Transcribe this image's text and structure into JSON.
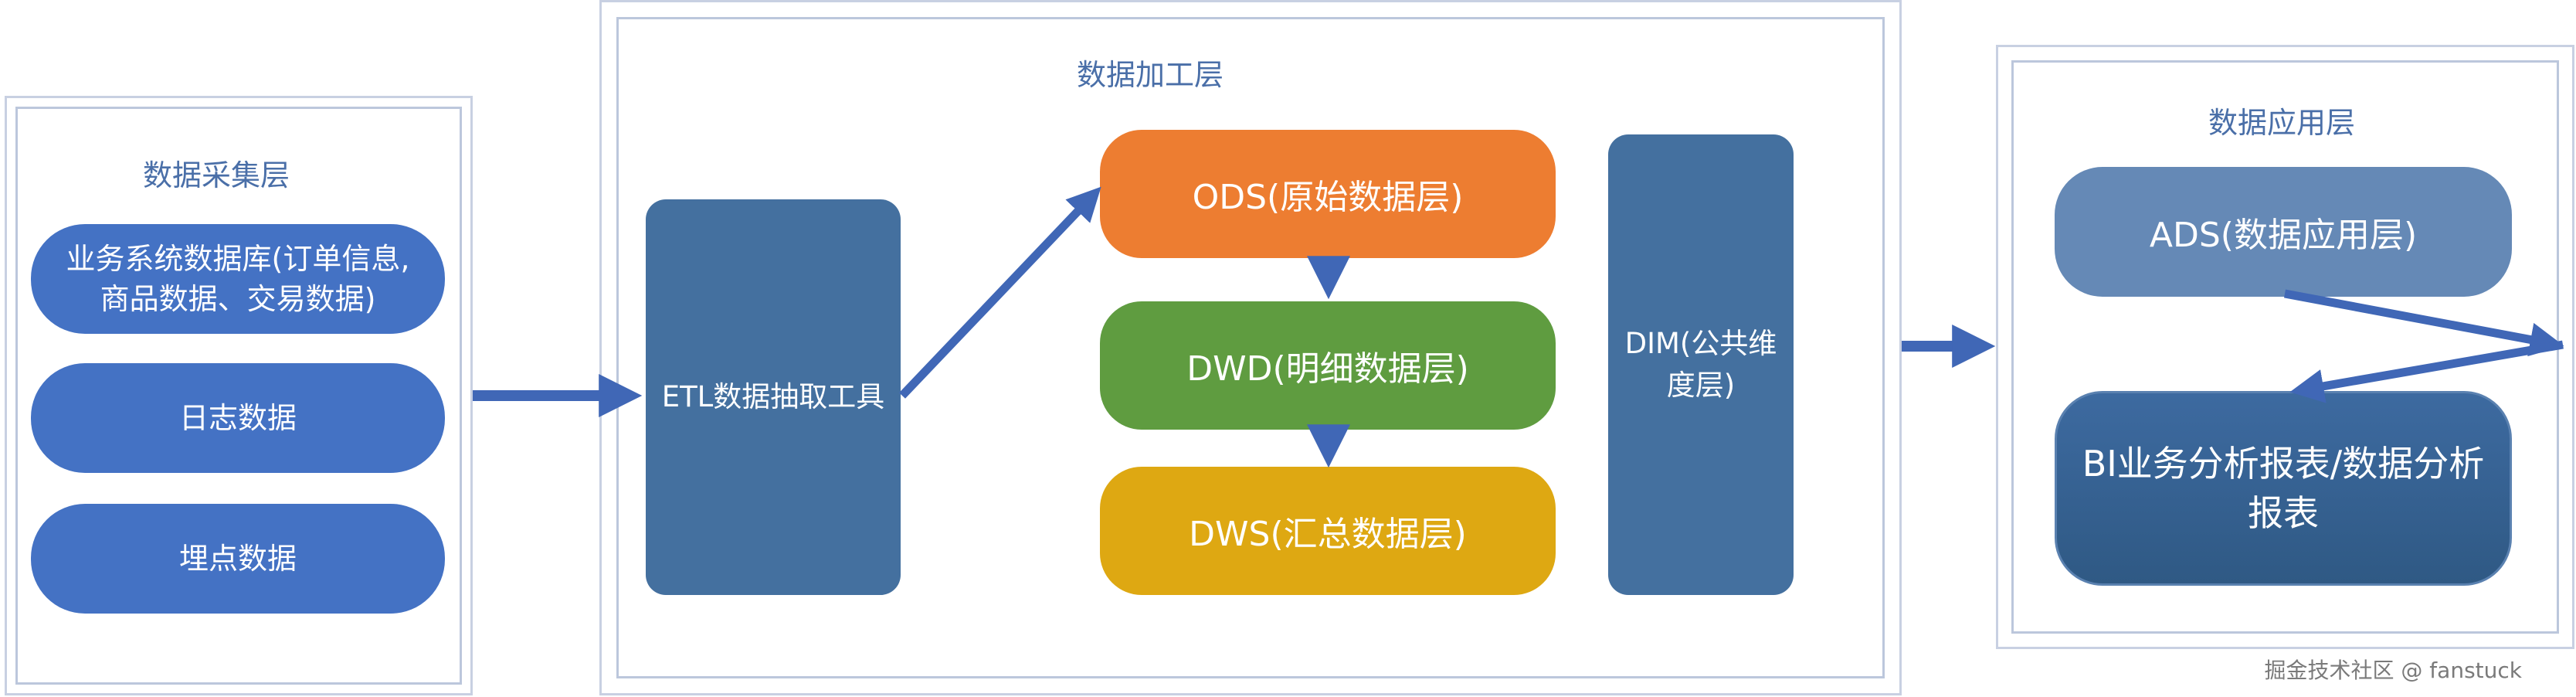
{
  "collection_layer": {
    "title": "数据采集层",
    "sources": [
      {
        "label": "业务系统数据库(订单信息,\n商品数据、交易数据)"
      },
      {
        "label": "日志数据"
      },
      {
        "label": "埋点数据"
      }
    ]
  },
  "processing_layer": {
    "title": "数据加工层",
    "etl_label": "ETL数据抽取工具",
    "ods_label": "ODS(原始数据层)",
    "dwd_label": "DWD(明细数据层)",
    "dws_label": "DWS(汇总数据层)",
    "dim_label": "DIM(公共维\n度层)"
  },
  "application_layer": {
    "title": "数据应用层",
    "ads_label": "ADS(数据应用层)",
    "bi_label": "BI业务分析报表/数据分析\n报表"
  },
  "watermark": "掘金技术社区 @ fanstuck",
  "colors": {
    "arrow": "#4067b6",
    "source_blue": "#4472c4",
    "ods_orange": "#ed7d31",
    "dwd_green": "#5f9c40",
    "dws_yellow": "#dea812",
    "etl_dim_blue": "#44709f",
    "ads_blue": "#6589b6",
    "bi_blue": "#2f5984"
  }
}
